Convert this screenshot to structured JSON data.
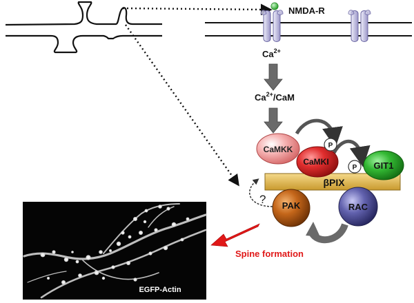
{
  "labels": {
    "receptor": "NMDA-R",
    "calcium_base": "Ca",
    "calcium_sup": "2+",
    "calcium_cam_base": "Ca",
    "calcium_cam_sup": "2+",
    "calcium_cam_suffix": "/CaM",
    "unknown": "?",
    "outcome": "Spine formation",
    "micrograph": "EGFP-Actin"
  },
  "nodes": {
    "camkk": "CaMKK",
    "camki": "CaMKI",
    "git1": "GIT1",
    "bpix": "βPIX",
    "pak": "PAK",
    "rac": "RAC",
    "phos_1": "P",
    "phos_2": "P"
  },
  "colors": {
    "camkk": "#f3a7a7",
    "camki": "#dd2c2c",
    "git1": "#34b834",
    "bpix": "#e8c15a",
    "pak": "#c2661a",
    "rac": "#5e5ea8",
    "receptor": "#c8c4e2",
    "ligand": "#40c040",
    "arrow_grey": "#6a6a6a",
    "outcome": "#e01818"
  }
}
